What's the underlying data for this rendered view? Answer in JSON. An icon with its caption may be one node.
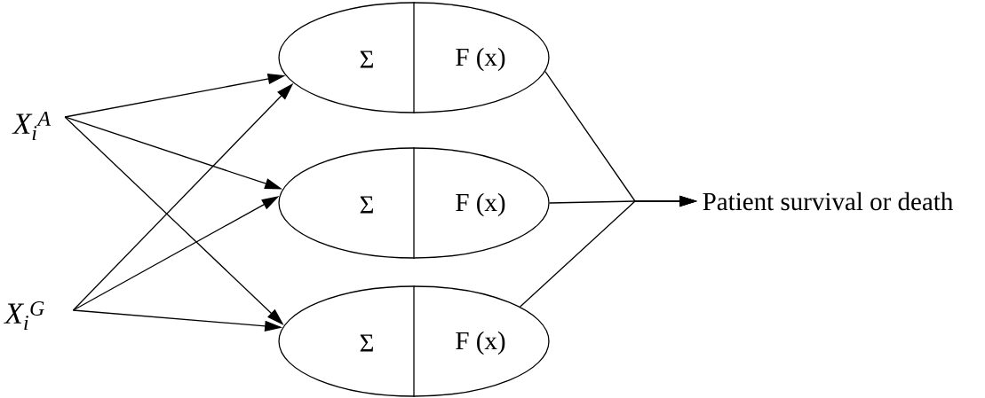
{
  "diagram": {
    "nodes": [
      {
        "text": [
          "X$_{i}$$^{A}$"
        ]
      },
      {
        "text": [
          "X$_{i}$$^{G}$"
        ]
      },
      {
        "text": [
          "Σ",
          "F (x)"
        ]
      },
      {
        "text": [
          "Σ",
          "F (x)"
        ]
      },
      {
        "text": [
          "Σ",
          "F (x)"
        ]
      },
      {
        "text": [
          "Patient survival or death"
        ]
      }
    ],
    "edges": [
      {
        "from": 0,
        "to": 2,
        "arrow": "to"
      },
      {
        "from": 0,
        "to": 3,
        "arrow": "to"
      },
      {
        "from": 0,
        "to": 4,
        "arrow": "to"
      },
      {
        "from": 1,
        "to": 2,
        "arrow": "to"
      },
      {
        "from": 1,
        "to": 3,
        "arrow": "to"
      },
      {
        "from": 1,
        "to": 4,
        "arrow": "to"
      },
      {
        "from": 2,
        "to": 5,
        "arrow": "to"
      },
      {
        "from": 3,
        "to": 5,
        "arrow": "to"
      },
      {
        "from": 4,
        "to": 5,
        "arrow": "to"
      }
    ]
  }
}
